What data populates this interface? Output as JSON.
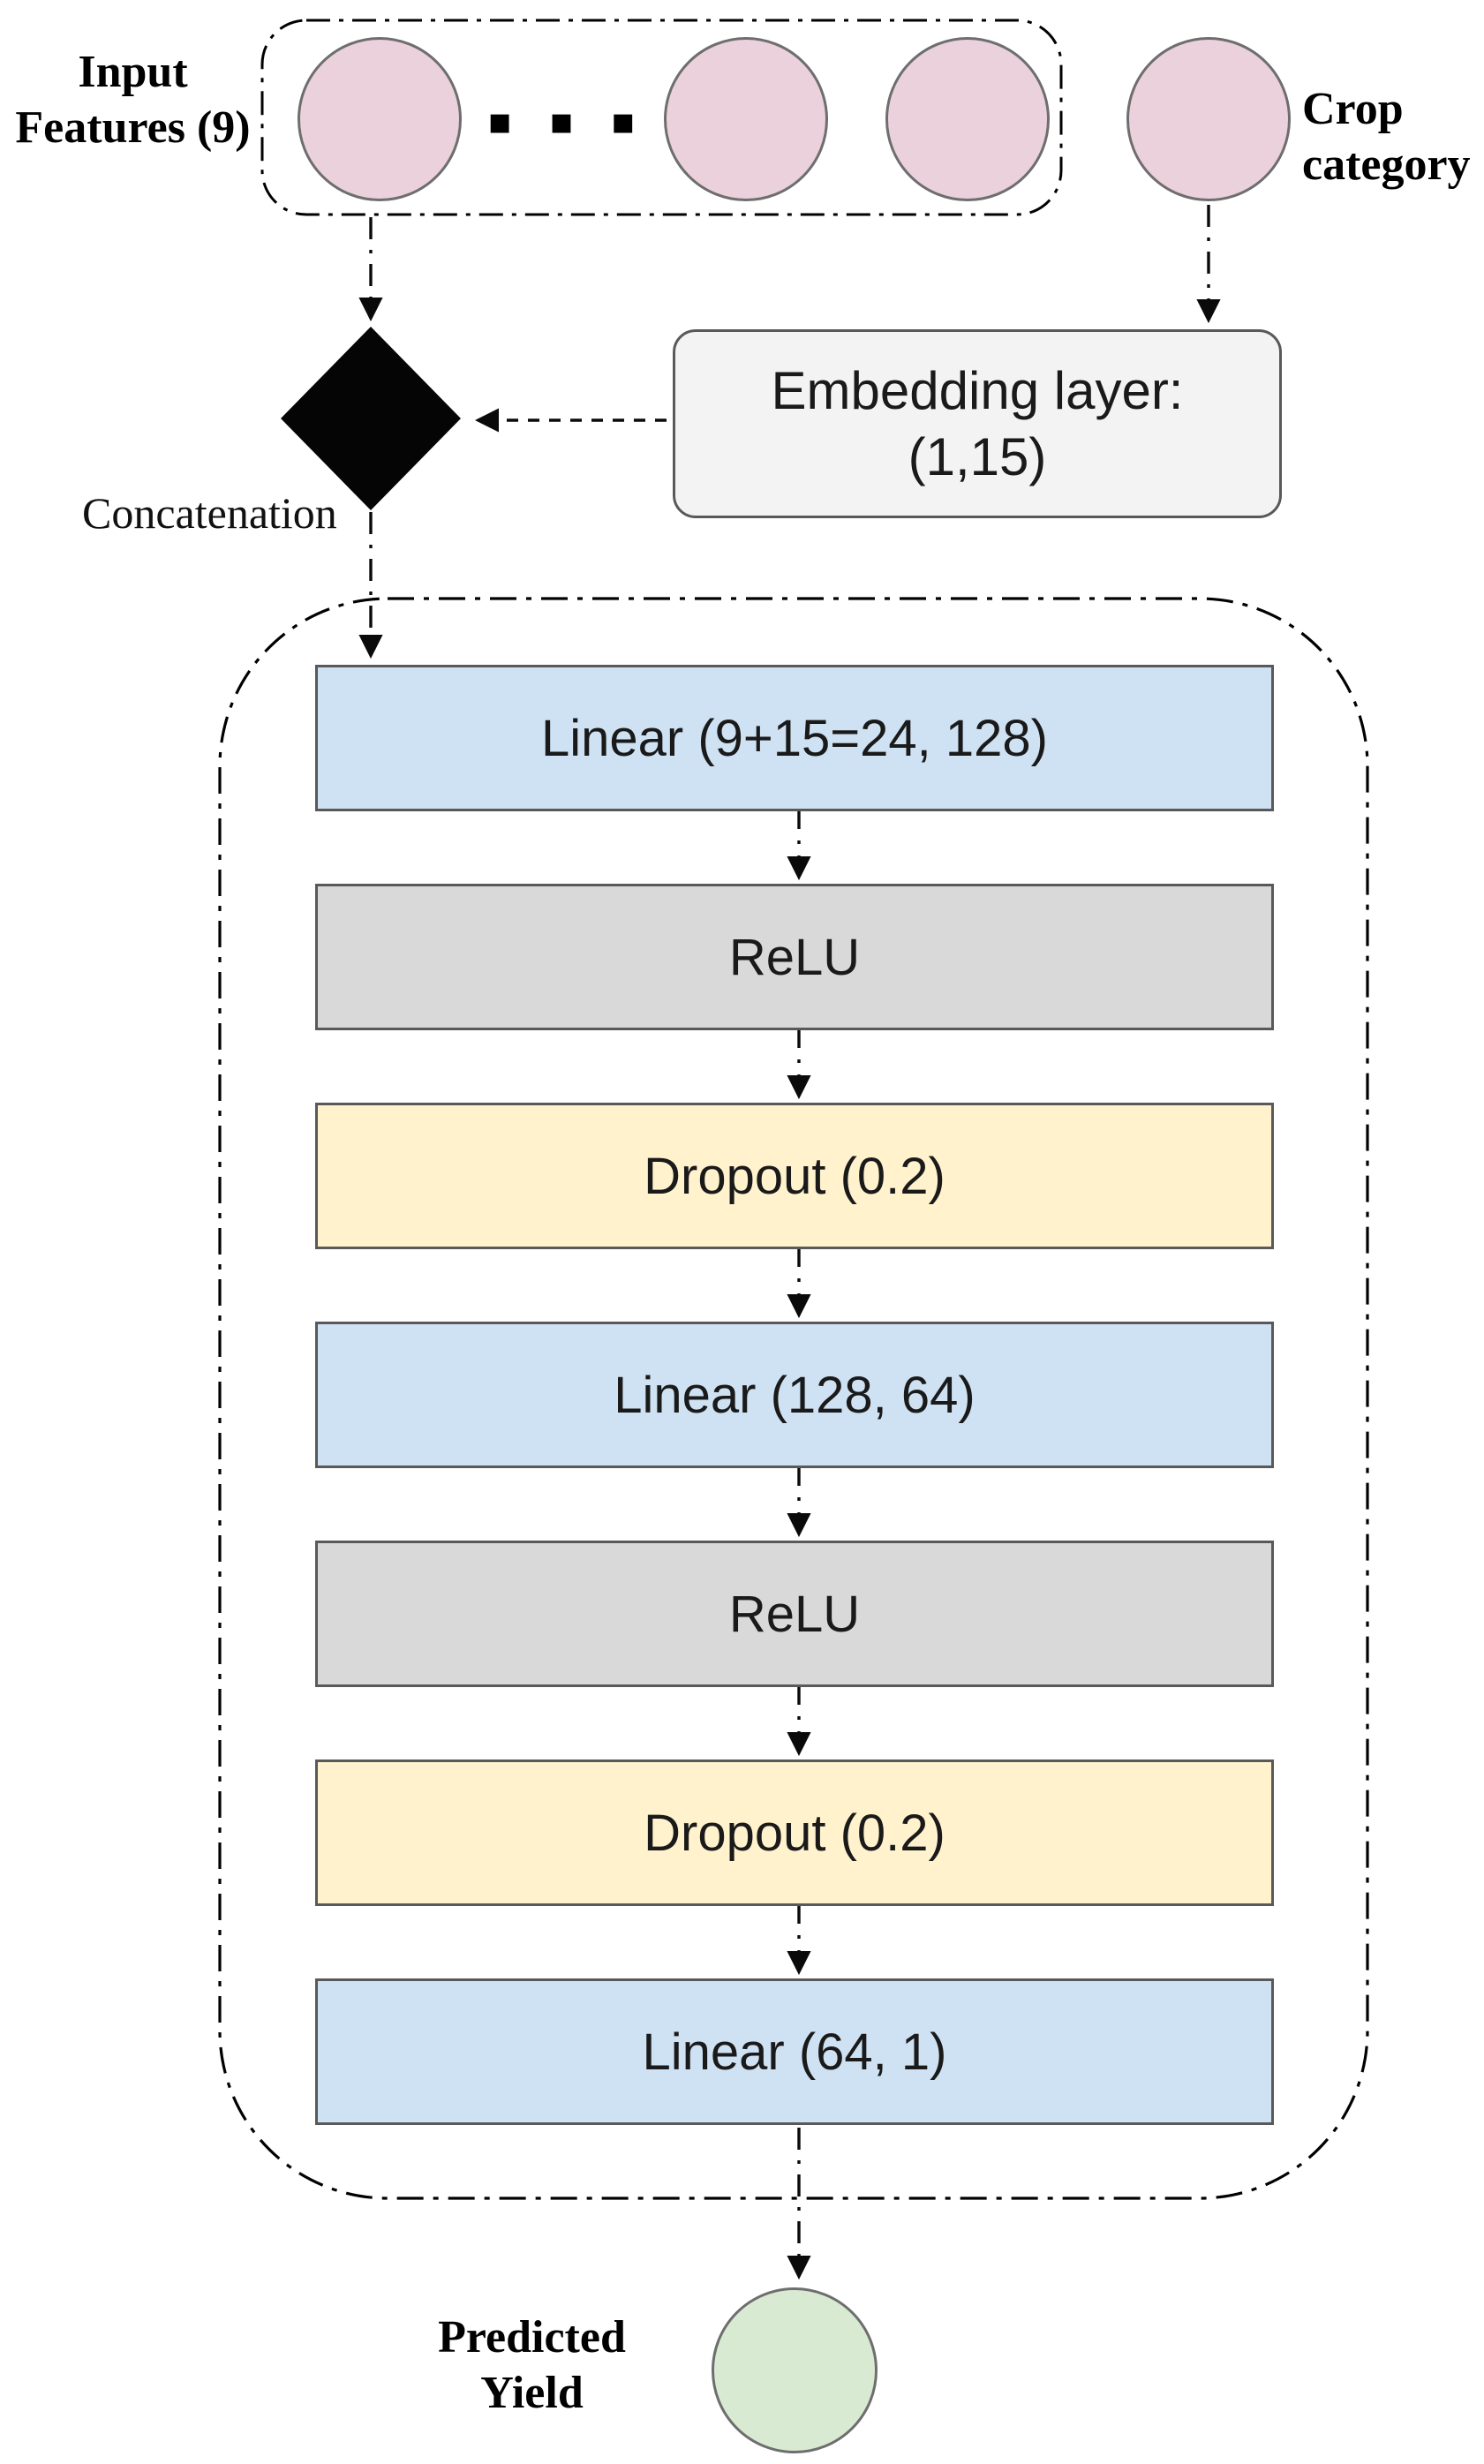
{
  "diagram": {
    "input_group": {
      "label_line1": "Input",
      "label_line2": "Features (9)",
      "ellipsis": "▪ ▪ ▪",
      "node_count_shown": 3
    },
    "crop_input": {
      "label_line1": "Crop",
      "label_line2": "category"
    },
    "concatenation": {
      "label": "Concatenation"
    },
    "embedding": {
      "label_line1": "Embedding layer:",
      "label_line2": "(1,15)"
    },
    "network": {
      "layers": [
        {
          "label": "Linear (9+15=24, 128)",
          "type": "linear"
        },
        {
          "label": "ReLU",
          "type": "relu"
        },
        {
          "label": "Dropout (0.2)",
          "type": "dropout"
        },
        {
          "label": "Linear (128, 64)",
          "type": "linear"
        },
        {
          "label": "ReLU",
          "type": "relu"
        },
        {
          "label": "Dropout (0.2)",
          "type": "dropout"
        },
        {
          "label": "Linear (64, 1)",
          "type": "linear"
        }
      ]
    },
    "output": {
      "label_line1": "Predicted",
      "label_line2": "Yield"
    },
    "colors": {
      "linear_box": "#cfe2f3",
      "relu_box": "#d9d9d9",
      "dropout_box": "#fff2cc",
      "input_node": "#ead1dc",
      "output_node": "#d9ead3",
      "embedding_box": "#f3f3f3",
      "box_border": "#595959",
      "node_border": "#6e6e6e",
      "connector": "#0a0a0a",
      "concat_diamond": "#050505"
    }
  }
}
